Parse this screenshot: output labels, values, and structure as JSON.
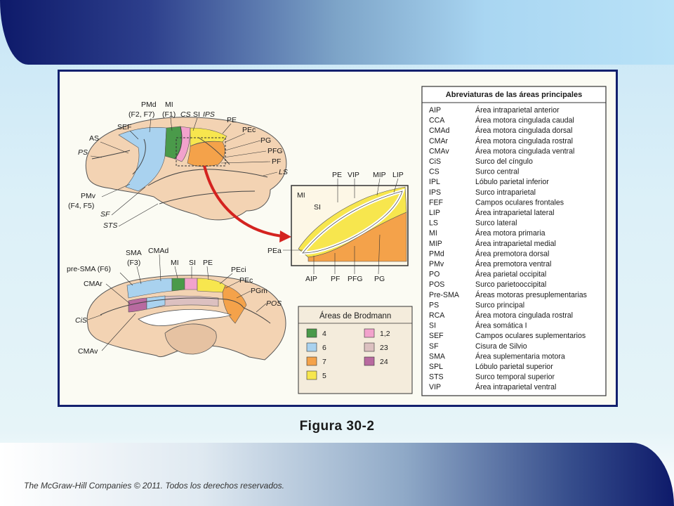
{
  "caption": "Figura 30-2",
  "copyright": "The McGraw-Hill Companies © 2011. Todos los derechos reservados.",
  "lateral_labels": {
    "pmd": "PMd",
    "pmd_sub": "(F2, F7)",
    "mi": "MI",
    "mi_sub": "(F1)",
    "cs": "CS",
    "si": "SI",
    "ips": "IPS",
    "pe": "PE",
    "sef": "SEF",
    "pec": "PEc",
    "as": "AS",
    "pg": "PG",
    "ps": "PS",
    "pfg": "PFG",
    "pf": "PF",
    "ls": "LS",
    "pmv": "PMv",
    "pmv_sub": "(F4, F5)",
    "sf": "SF",
    "sts": "STS"
  },
  "inset_labels": {
    "pe": "PE",
    "vip": "VIP",
    "mip": "MIP",
    "lip": "LIP",
    "mi": "MI",
    "si": "SI",
    "pea": "PEa",
    "aip": "AIP",
    "pf": "PF",
    "pfg": "PFG",
    "pg": "PG"
  },
  "medial_labels": {
    "sma": "SMA",
    "sma_sub": "(F3)",
    "cmad": "CMAd",
    "presma": "pre-SMA (F6)",
    "mi": "MI",
    "si": "SI",
    "pe": "PE",
    "peci": "PEci",
    "cmar": "CMAr",
    "pec": "PEc",
    "pgm": "PGm",
    "pos": "POS",
    "cis": "CiS",
    "cmav": "CMAv"
  },
  "legend": {
    "title": "Áreas de Brodmann",
    "items": [
      {
        "label": "4",
        "color": "#4a9a4a"
      },
      {
        "label": "1,2",
        "color": "#f2a2cc"
      },
      {
        "label": "6",
        "color": "#a9d2ef"
      },
      {
        "label": "23",
        "color": "#dcc0c0"
      },
      {
        "label": "7",
        "color": "#f4a24a"
      },
      {
        "label": "24",
        "color": "#b86aa0"
      },
      {
        "label": "5",
        "color": "#f7e64e"
      }
    ]
  },
  "abbrev_table": {
    "title": "Abreviaturas de las áreas principales",
    "rows": [
      {
        "abbr": "AIP",
        "desc": "Área intraparietal anterior"
      },
      {
        "abbr": "CCA",
        "desc": "Área motora cingulada caudal"
      },
      {
        "abbr": "CMAd",
        "desc": "Área motora cingulada dorsal"
      },
      {
        "abbr": "CMAr",
        "desc": "Área motora cingulada rostral"
      },
      {
        "abbr": "CMAv",
        "desc": "Área motora cingulada ventral"
      },
      {
        "abbr": "CiS",
        "desc": "Surco del cíngulo"
      },
      {
        "abbr": "CS",
        "desc": "Surco central"
      },
      {
        "abbr": "IPL",
        "desc": "Lóbulo parietal inferior"
      },
      {
        "abbr": "IPS",
        "desc": "Surco intraparietal"
      },
      {
        "abbr": "FEF",
        "desc": "Campos oculares frontales"
      },
      {
        "abbr": "LIP",
        "desc": "Área intraparietal lateral"
      },
      {
        "abbr": "LS",
        "desc": "Surco lateral"
      },
      {
        "abbr": "MI",
        "desc": "Área motora primaria"
      },
      {
        "abbr": "MIP",
        "desc": "Área intraparietal medial"
      },
      {
        "abbr": "PMd",
        "desc": "Área premotora dorsal"
      },
      {
        "abbr": "PMv",
        "desc": "Área premotora ventral"
      },
      {
        "abbr": "PO",
        "desc": "Área parietal occipital"
      },
      {
        "abbr": "POS",
        "desc": "Surco parietooccipital"
      },
      {
        "abbr": "Pre-SMA",
        "desc": "Áreas motoras presuplementarias"
      },
      {
        "abbr": "PS",
        "desc": "Surco principal"
      },
      {
        "abbr": "RCA",
        "desc": "Área motora cingulada rostral"
      },
      {
        "abbr": "SI",
        "desc": "Área somática I"
      },
      {
        "abbr": "SEF",
        "desc": "Campos oculares suplementarios"
      },
      {
        "abbr": "SF",
        "desc": "Cisura de Silvio"
      },
      {
        "abbr": "SMA",
        "desc": "Área suplementaria motora"
      },
      {
        "abbr": "SPL",
        "desc": "Lóbulo parietal superior"
      },
      {
        "abbr": "STS",
        "desc": "Surco temporal superior"
      },
      {
        "abbr": "VIP",
        "desc": "Área intraparietal ventral"
      }
    ]
  }
}
